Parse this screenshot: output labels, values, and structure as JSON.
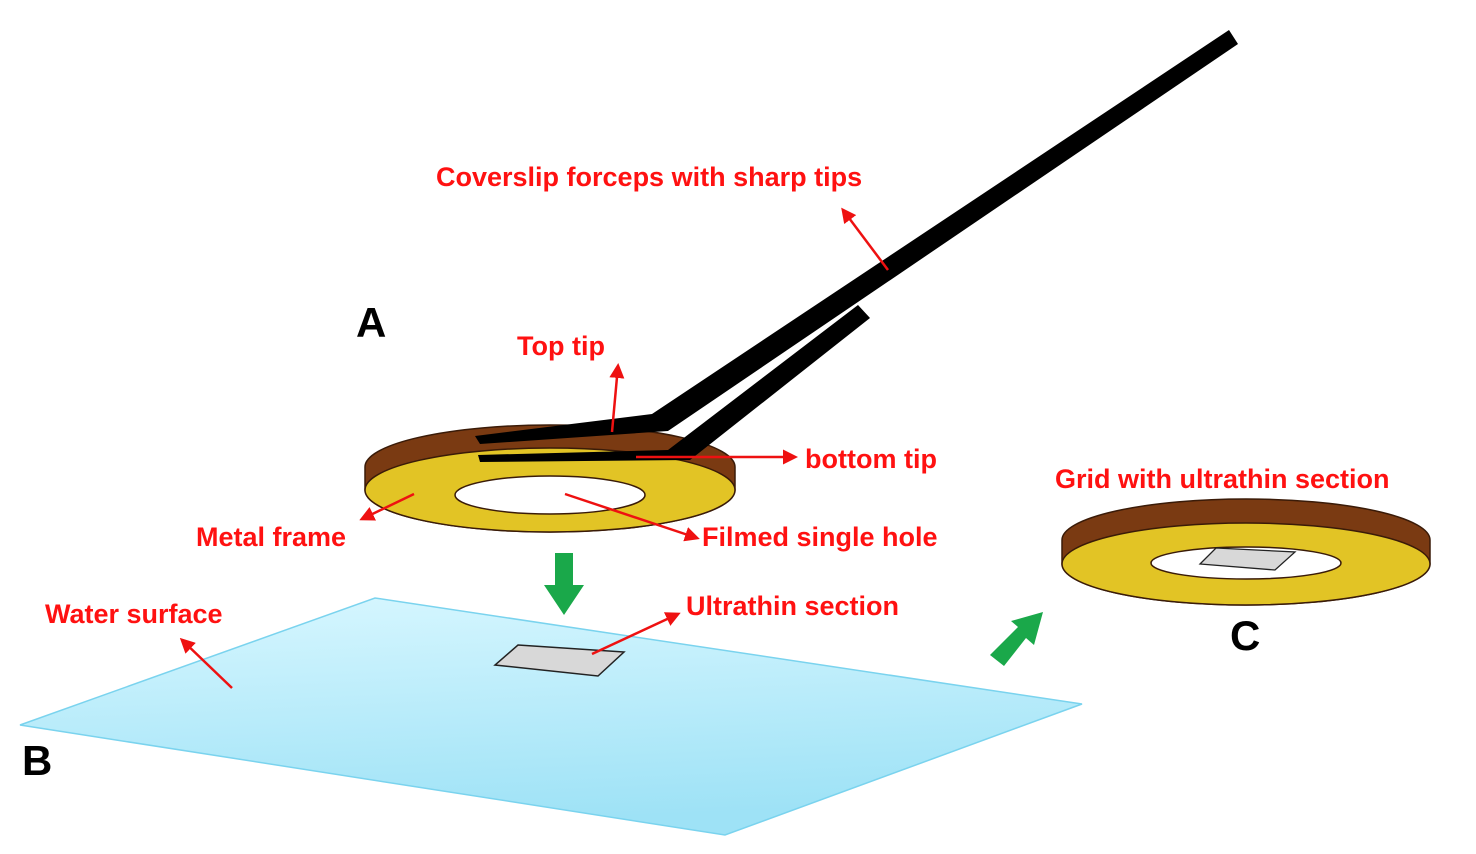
{
  "panels": {
    "a": "A",
    "b": "B",
    "c": "C"
  },
  "labels": {
    "forceps": "Coverslip forceps with sharp tips",
    "top_tip": "Top tip",
    "bottom_tip": "bottom tip",
    "metal_frame": "Metal frame",
    "filmed_hole": "Filmed single hole",
    "water_surface": "Water surface",
    "ultrathin_section": "Ultrathin section",
    "grid_with_section": "Grid with ultrathin section"
  },
  "colors": {
    "label_red": "#ff1111",
    "grid_side": "#7a3a12",
    "grid_face": "#e2c425",
    "water_light": "#d8f7ff",
    "water_dark": "#9ee2f6",
    "section_fill": "#d8d8d8",
    "green_arrow": "#1aa84a",
    "forceps": "#000000"
  }
}
